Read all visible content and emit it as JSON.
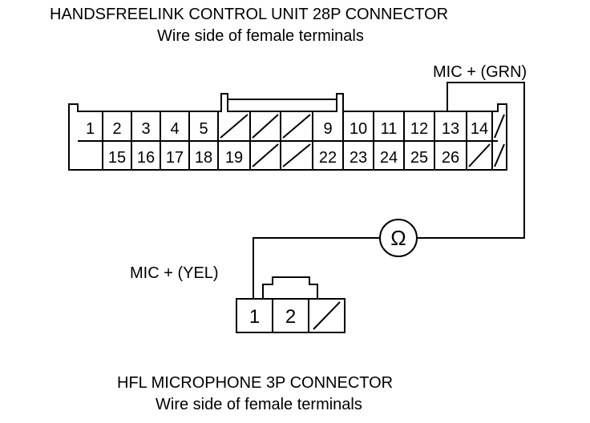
{
  "top_connector": {
    "title": "HANDSFREELINK CONTROL UNIT 28P CONNECTOR",
    "subtitle": "Wire side of female terminals",
    "row1": [
      "1",
      "2",
      "3",
      "4",
      "5",
      "",
      "",
      "",
      "9",
      "10",
      "11",
      "12",
      "13",
      "14",
      ""
    ],
    "row2": [
      "",
      "15",
      "16",
      "17",
      "18",
      "19",
      "",
      "",
      "22",
      "23",
      "24",
      "25",
      "26",
      "",
      ""
    ]
  },
  "top_wire_label": "MIC +  (GRN)",
  "meter_symbol": "Ω",
  "bottom_wire_label": "MIC +  (YEL)",
  "bottom_connector": {
    "cells": [
      "1",
      "2",
      ""
    ],
    "title": "HFL MICROPHONE 3P CONNECTOR",
    "subtitle": "Wire side of female terminals"
  }
}
